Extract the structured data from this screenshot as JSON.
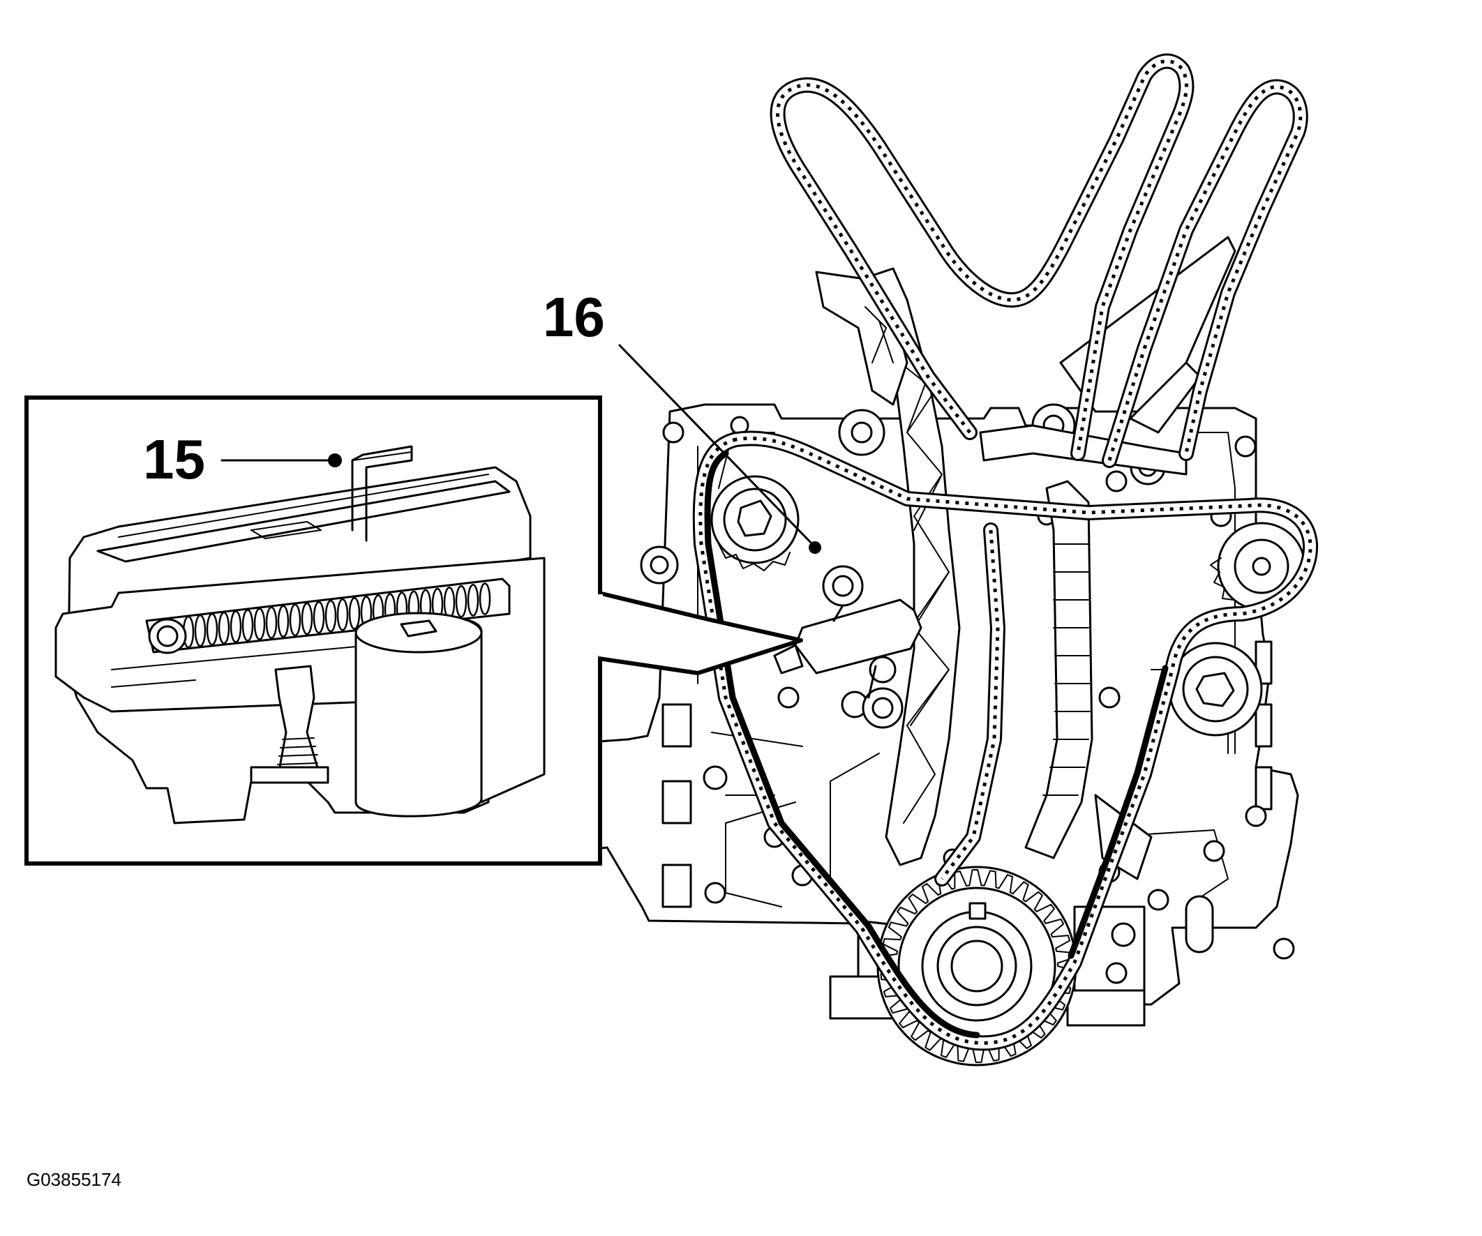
{
  "labels": {
    "callout_15": "15",
    "callout_16": "16",
    "figure_code": "G03855174"
  },
  "colors": {
    "ink": "#000000",
    "paper": "#ffffff"
  }
}
